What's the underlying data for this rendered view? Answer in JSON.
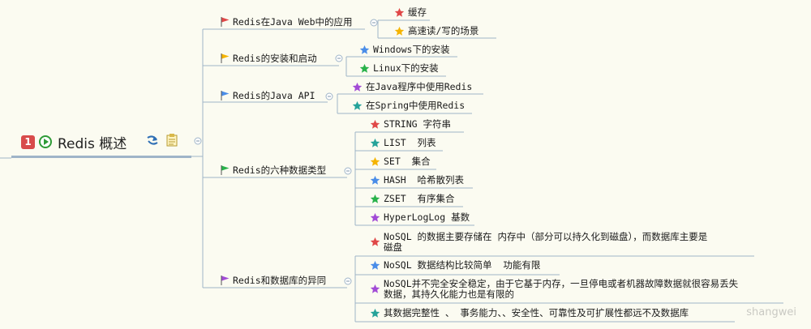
{
  "root": {
    "number": "1",
    "title": "Redis 概述",
    "icons": [
      "priority-1-icon",
      "play-icon",
      "refresh-arrow-icon",
      "note-icon"
    ]
  },
  "colors": {
    "line": "#9fb4c8",
    "red": "#e04848",
    "orange": "#f5b400",
    "blue": "#4a8de8",
    "green": "#28b24a",
    "purple": "#a24bd6",
    "teal": "#25a39a"
  },
  "branches": [
    {
      "label": "Redis在Java Web中的应用",
      "flag": "red",
      "children": [
        {
          "label": "缓存",
          "star": "red"
        },
        {
          "label": "高速读/写的场景",
          "star": "orange"
        }
      ]
    },
    {
      "label": "Redis的安装和启动",
      "flag": "orange",
      "children": [
        {
          "label": "Windows下的安装",
          "star": "blue"
        },
        {
          "label": "Linux下的安装",
          "star": "green"
        }
      ]
    },
    {
      "label": "Redis的Java API",
      "flag": "blue",
      "children": [
        {
          "label": "在Java程序中使用Redis",
          "star": "purple"
        },
        {
          "label": "在Spring中使用Redis",
          "star": "teal"
        }
      ]
    },
    {
      "label": "Redis的六种数据类型",
      "flag": "green",
      "children": [
        {
          "label": "STRING 字符串",
          "star": "red"
        },
        {
          "label": "LIST  列表",
          "star": "teal"
        },
        {
          "label": "SET  集合",
          "star": "orange"
        },
        {
          "label": "HASH  哈希散列表",
          "star": "blue"
        },
        {
          "label": "ZSET  有序集合",
          "star": "green"
        },
        {
          "label": "HyperLogLog 基数",
          "star": "purple"
        }
      ]
    },
    {
      "label": "Redis和数据库的异同",
      "flag": "purple",
      "children": [
        {
          "lines": [
            "NoSQL 的数据主要存储在 内存中（部分可以持久化到磁盘），而数据库主要是",
            "磁盘"
          ],
          "star": "red"
        },
        {
          "lines": [
            "NoSQL 数据结构比较简单  功能有限"
          ],
          "star": "blue"
        },
        {
          "lines": [
            "NoSQL并不完全安全稳定，由于它基于内存，一旦停电或者机器故障数据就很容易丢失",
            "数据，其持久化能力也是有限的"
          ],
          "star": "purple"
        },
        {
          "lines": [
            "其数据完整性 、 事务能力、、安全性、可靠性及可扩展性都远不及数据库"
          ],
          "star": "teal"
        }
      ]
    }
  ],
  "watermark": "shangwei"
}
